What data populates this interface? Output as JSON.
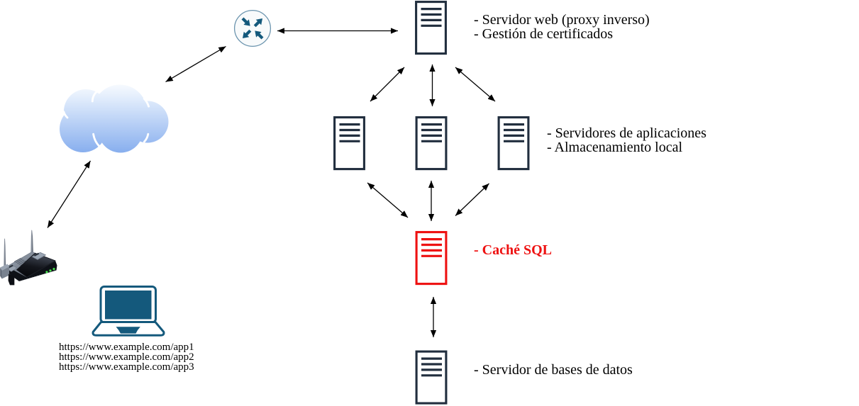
{
  "diagram": {
    "kind": "network-architecture",
    "language": "es",
    "colors": {
      "server_stroke": "#212e3e",
      "highlight_red": "#ee1111",
      "device_teal": "#14597c",
      "router_ring": "#6291ad",
      "arrow_black": "#000000",
      "cloud_top": "#fdfeff",
      "cloud_bottom": "#8ab1ef",
      "background": "#ffffff"
    },
    "nodes": {
      "cloud": {
        "icon": "cloud-icon",
        "label": ""
      },
      "internet_router": {
        "icon": "router-icon",
        "label": ""
      },
      "access_point": {
        "icon": "wireless-router-icon",
        "label": ""
      },
      "client_laptop": {
        "icon": "laptop-icon",
        "urls": [
          "https://www.example.com/app1",
          "https://www.example.com/app2",
          "https://www.example.com/app3"
        ]
      },
      "web_server": {
        "icon": "server-icon",
        "lines": [
          "- Servidor web (proxy inverso)",
          "- Gestión de certificados"
        ]
      },
      "app_servers": {
        "icon": "server-icon",
        "count": 3,
        "lines": [
          "- Servidores de aplicaciones",
          "- Almacenamiento local"
        ]
      },
      "sql_cache": {
        "icon": "server-icon",
        "lines": [
          "- Caché SQL"
        ],
        "color": "#ee1111",
        "bold": true
      },
      "db_server": {
        "icon": "server-icon",
        "lines": [
          "- Servidor de bases de datos"
        ]
      }
    },
    "connections": [
      {
        "from": "cloud",
        "to": "internet_router",
        "bidirectional": true
      },
      {
        "from": "internet_router",
        "to": "web_server",
        "bidirectional": true
      },
      {
        "from": "cloud",
        "to": "access_point",
        "bidirectional": true
      },
      {
        "from": "web_server",
        "to": "app_server_1",
        "bidirectional": true
      },
      {
        "from": "web_server",
        "to": "app_server_2",
        "bidirectional": true
      },
      {
        "from": "web_server",
        "to": "app_server_3",
        "bidirectional": true
      },
      {
        "from": "app_server_1",
        "to": "sql_cache",
        "bidirectional": true
      },
      {
        "from": "app_server_2",
        "to": "sql_cache",
        "bidirectional": true
      },
      {
        "from": "app_server_3",
        "to": "sql_cache",
        "bidirectional": true
      },
      {
        "from": "sql_cache",
        "to": "db_server",
        "bidirectional": true
      }
    ]
  }
}
